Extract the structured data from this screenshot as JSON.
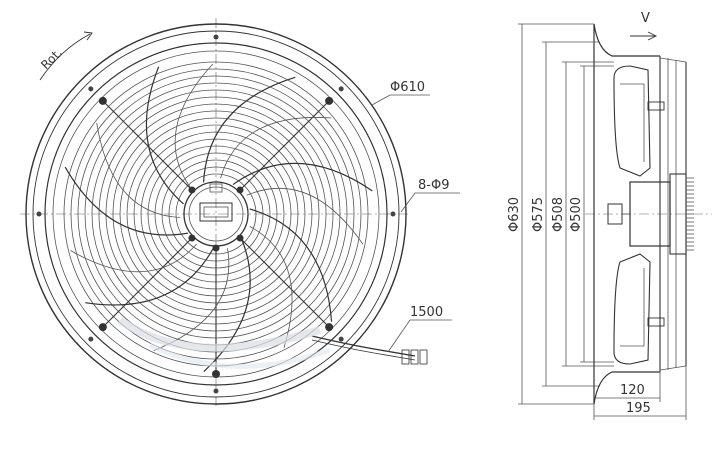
{
  "front_view": {
    "rotation_label": "Rot.",
    "dim_outer_diameter": "Φ610",
    "dim_mounting_holes": "8-Φ9",
    "dim_cable_length": "1500"
  },
  "side_view": {
    "airflow_label": "V",
    "dim_d630": "Φ630",
    "dim_d575": "Φ575",
    "dim_d508": "Φ508",
    "dim_d500": "Φ500",
    "dim_depth_120": "120",
    "dim_depth_195": "195"
  },
  "colors": {
    "line": "#333333",
    "watermark": "#d8dee6"
  }
}
